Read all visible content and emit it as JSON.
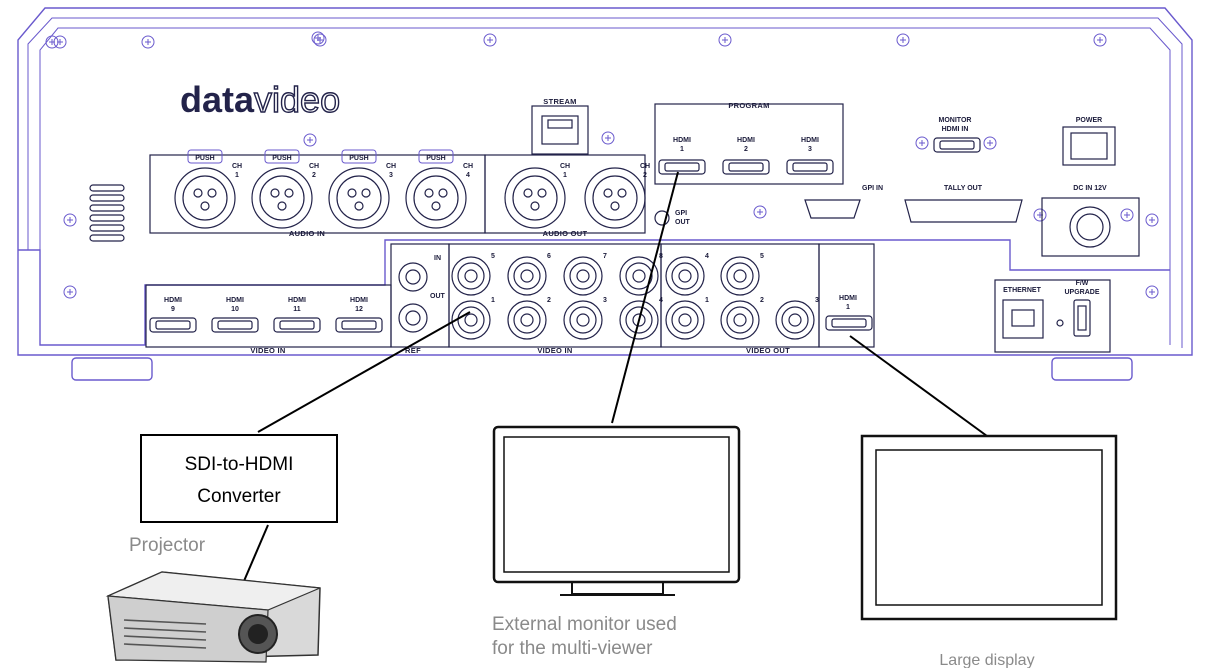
{
  "brand": {
    "prefix": "data",
    "suffix": "video"
  },
  "panel": {
    "stream": "STREAM",
    "program": "PROGRAM",
    "program_ports": [
      {
        "line1": "HDMI",
        "line2": "1"
      },
      {
        "line1": "HDMI",
        "line2": "2"
      },
      {
        "line1": "HDMI",
        "line2": "3"
      }
    ],
    "monitor_line1": "MONITOR",
    "monitor_line2": "HDMI IN",
    "power": "POWER",
    "push": "PUSH",
    "ch": "CH",
    "audio_in": "AUDIO IN",
    "audio_out": "AUDIO OUT",
    "audio_in_channels": [
      "1",
      "2",
      "3",
      "4"
    ],
    "audio_out_channels": [
      "1",
      "2"
    ],
    "gpi_out_line1": "GPI",
    "gpi_out_line2": "OUT",
    "gpi_in": "GPI IN",
    "tally_out": "TALLY OUT",
    "dc_in": "DC IN 12V",
    "hdmi_video_in_ports": [
      {
        "line1": "HDMI",
        "line2": "9"
      },
      {
        "line1": "HDMI",
        "line2": "10"
      },
      {
        "line1": "HDMI",
        "line2": "11"
      },
      {
        "line1": "HDMI",
        "line2": "12"
      }
    ],
    "video_in": "VIDEO IN",
    "ref": "REF",
    "ref_in": "IN",
    "ref_out": "OUT",
    "sdi_in_top": [
      "5",
      "6",
      "7",
      "8"
    ],
    "sdi_in_bottom": [
      "1",
      "2",
      "3",
      "4"
    ],
    "sdi_out_top": [
      "4",
      "5"
    ],
    "sdi_out_bottom": [
      "1",
      "2",
      "3"
    ],
    "video_out": "VIDEO OUT",
    "hdmi_out": {
      "line1": "HDMI",
      "line2": "1"
    },
    "ethernet": "ETHERNET",
    "fw_line1": "F/W",
    "fw_line2": "UPGRADE"
  },
  "callouts": {
    "converter_line1": "SDI-to-HDMI",
    "converter_line2": "Converter",
    "projector": "Projector",
    "monitor_line1": "External monitor used",
    "monitor_line2": "for the multi-viewer",
    "large_display": "Large display"
  },
  "colors": {
    "outline": "#6a5acd",
    "ink": "#23234a"
  }
}
